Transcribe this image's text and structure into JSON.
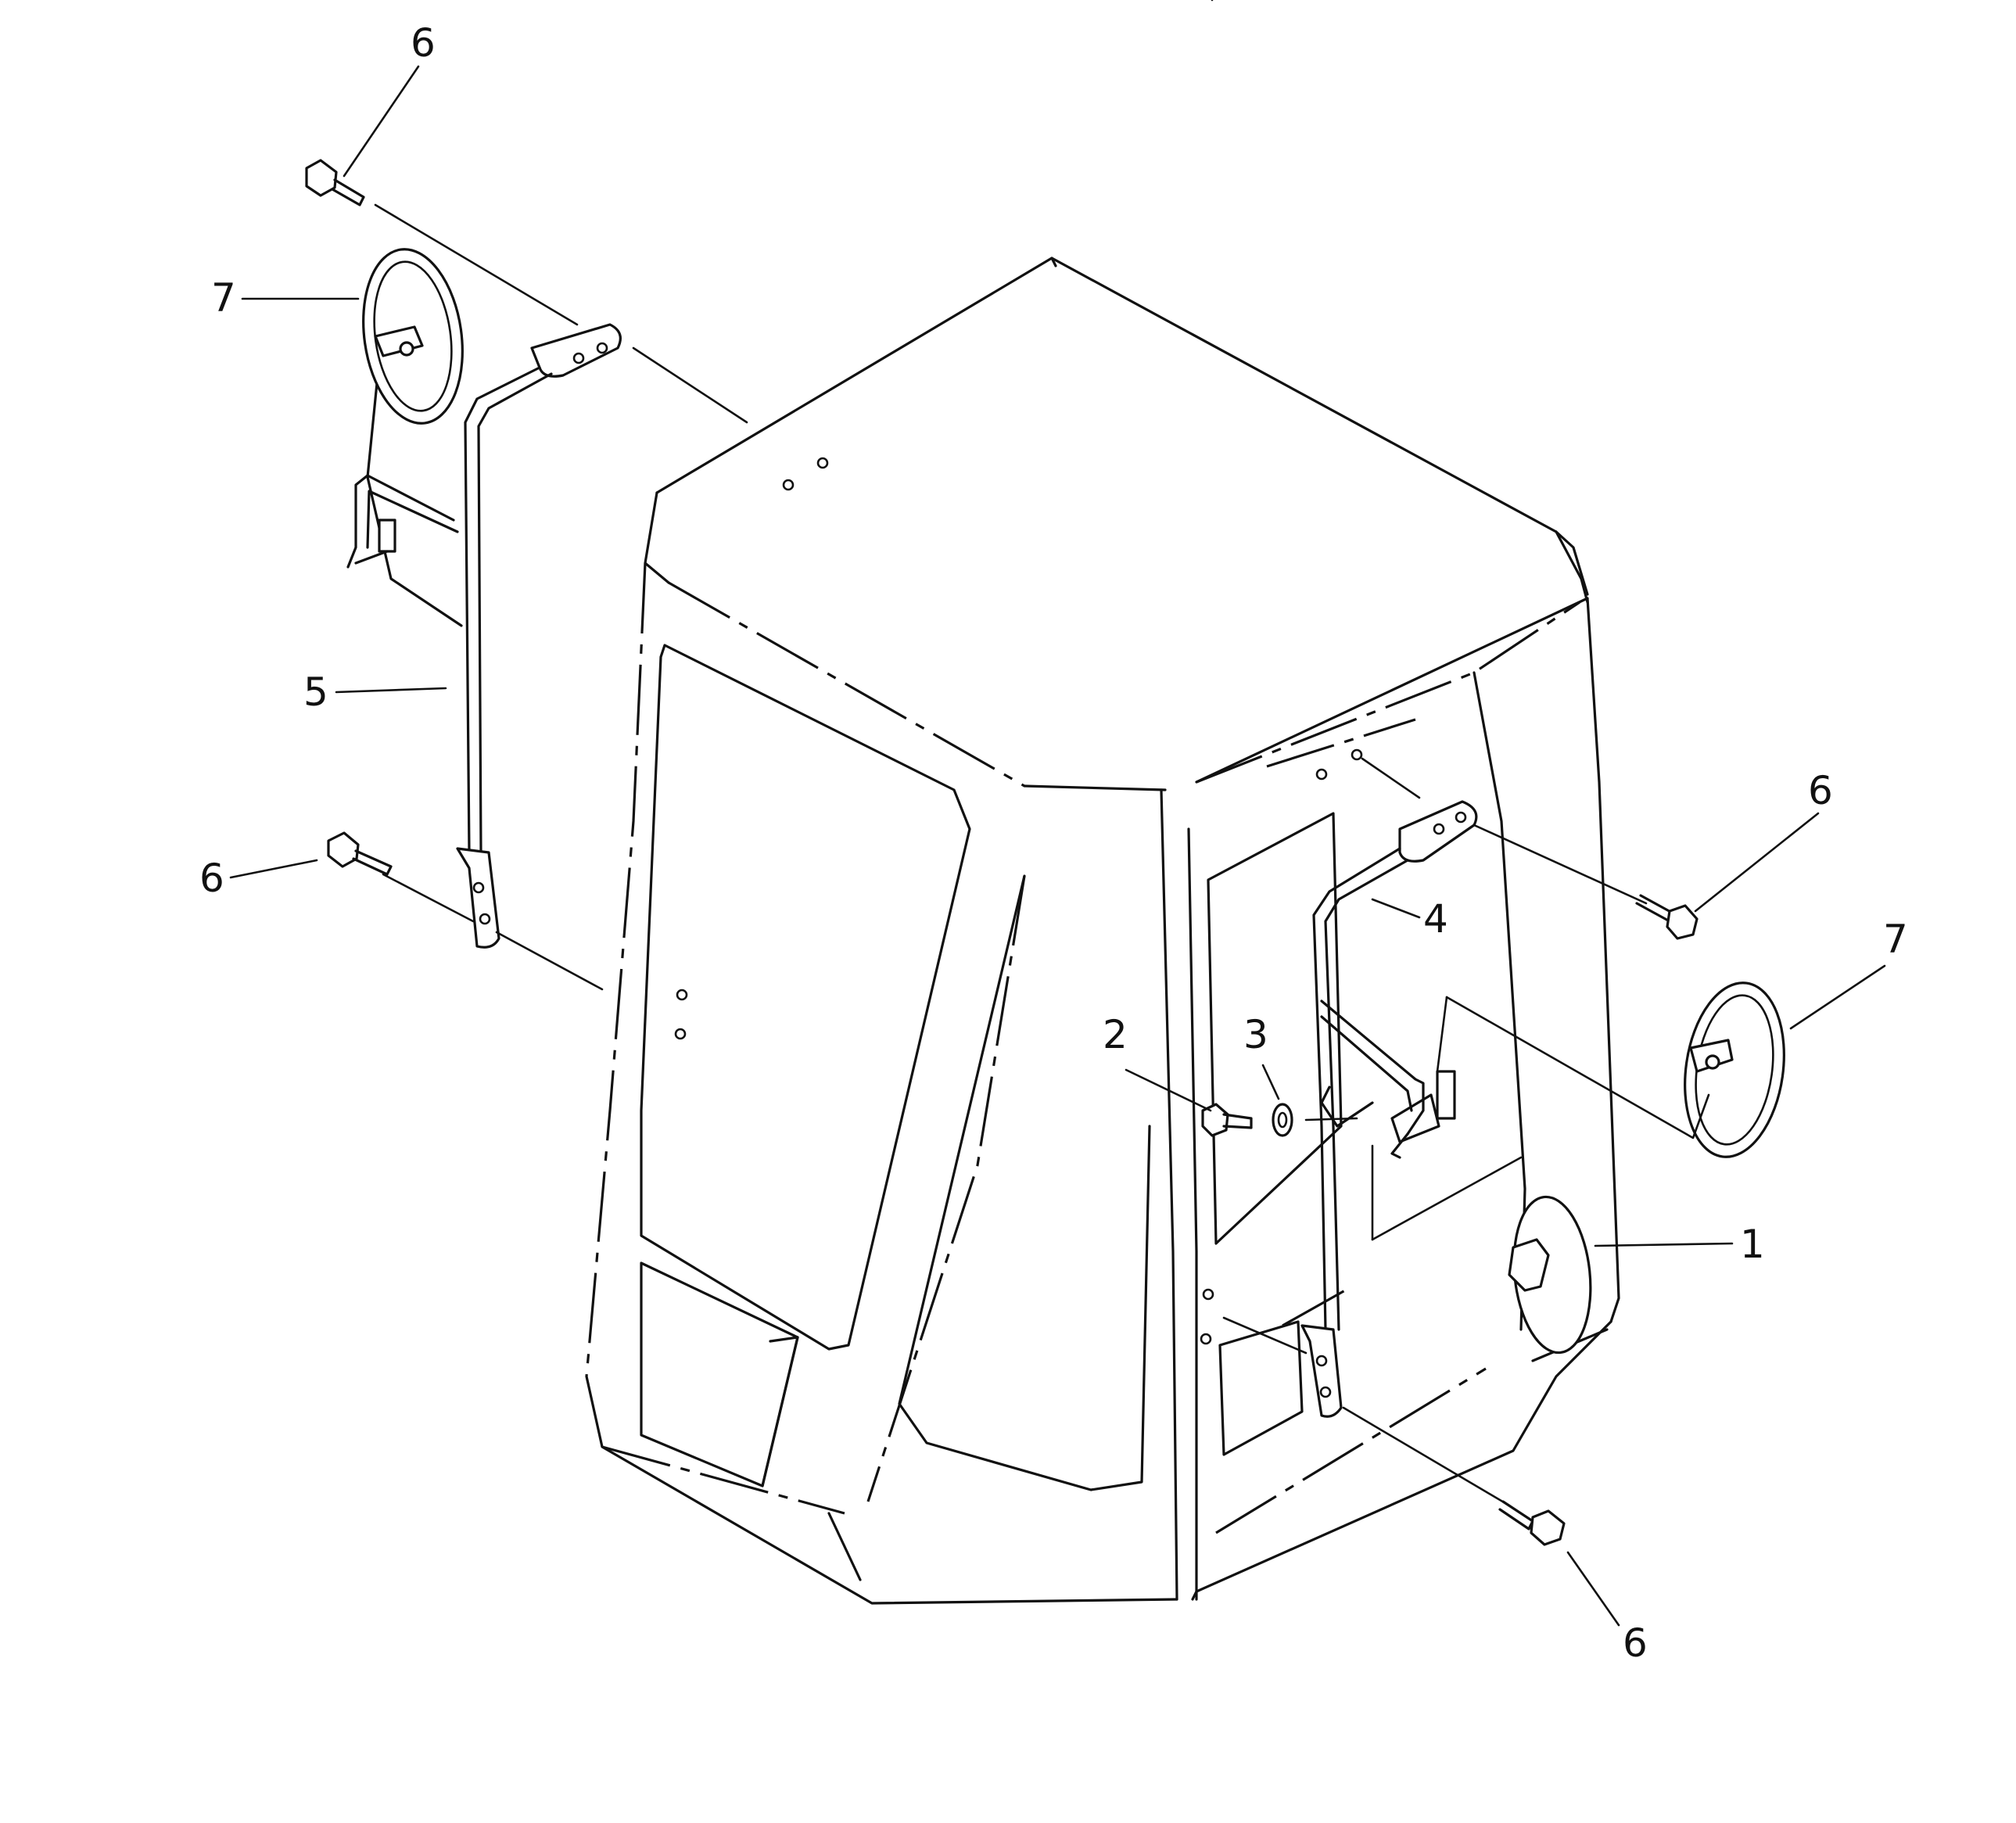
{
  "callouts": [
    {
      "id": "c1",
      "text": "1"
    },
    {
      "id": "c2",
      "text": "2"
    },
    {
      "id": "c3",
      "text": "3"
    },
    {
      "id": "c4",
      "text": "4"
    },
    {
      "id": "c5",
      "text": "5"
    },
    {
      "id": "c6a",
      "text": "6"
    },
    {
      "id": "c6b",
      "text": "6"
    },
    {
      "id": "c6c",
      "text": "6"
    },
    {
      "id": "c6d",
      "text": "6"
    },
    {
      "id": "c7a",
      "text": "7"
    },
    {
      "id": "c7b",
      "text": "7"
    }
  ]
}
